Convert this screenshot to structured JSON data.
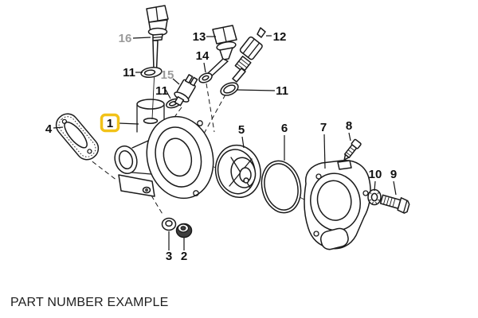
{
  "diagram": {
    "caption": "PART NUMBER EXAMPLE",
    "highlighted_callout": "1",
    "colors": {
      "line": "#1a1a1a",
      "label": "#101010",
      "muted_label": "#9a9a9a",
      "highlight_border": "#f2c218",
      "background": "#ffffff"
    },
    "callouts": [
      {
        "label": "16",
        "muted": true,
        "highlighted": false
      },
      {
        "label": "11",
        "muted": false,
        "highlighted": false
      },
      {
        "label": "13",
        "muted": false,
        "highlighted": false
      },
      {
        "label": "14",
        "muted": false,
        "highlighted": false
      },
      {
        "label": "15",
        "muted": true,
        "highlighted": false
      },
      {
        "label": "11",
        "muted": false,
        "highlighted": false
      },
      {
        "label": "12",
        "muted": false,
        "highlighted": false
      },
      {
        "label": "11",
        "muted": false,
        "highlighted": false
      },
      {
        "label": "4",
        "muted": false,
        "highlighted": false
      },
      {
        "label": "1",
        "muted": false,
        "highlighted": true
      },
      {
        "label": "5",
        "muted": false,
        "highlighted": false
      },
      {
        "label": "6",
        "muted": false,
        "highlighted": false
      },
      {
        "label": "7",
        "muted": false,
        "highlighted": false
      },
      {
        "label": "8",
        "muted": false,
        "highlighted": false
      },
      {
        "label": "10",
        "muted": false,
        "highlighted": false
      },
      {
        "label": "9",
        "muted": false,
        "highlighted": false
      },
      {
        "label": "3",
        "muted": false,
        "highlighted": false
      },
      {
        "label": "2",
        "muted": false,
        "highlighted": false
      }
    ]
  }
}
